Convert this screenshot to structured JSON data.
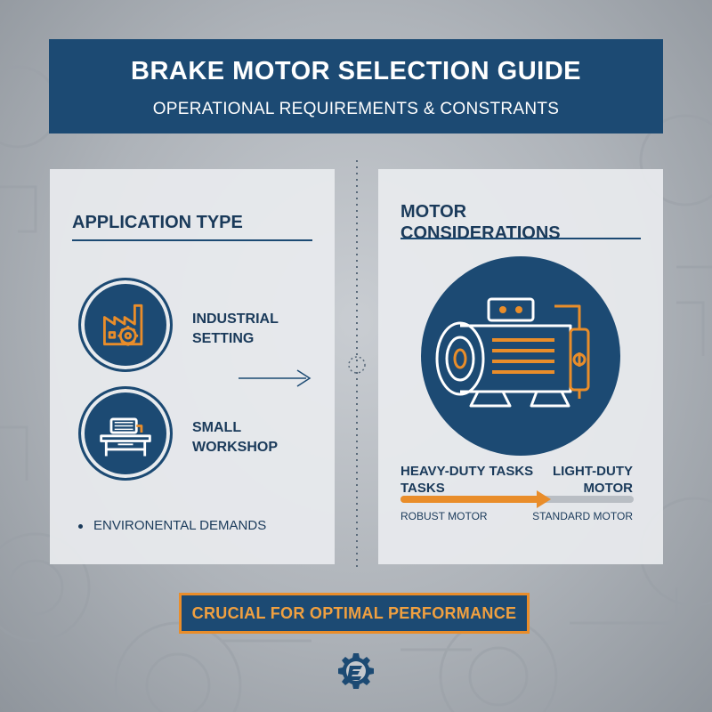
{
  "header": {
    "title": "BRAKE MOTOR SELECTION GUIDE",
    "subtitle": "OPERATIONAL REQUIREMENTS & CONSTRANTS"
  },
  "left_panel": {
    "title": "APPLICATION TYPE",
    "items": [
      {
        "label": "INDUSTRIAL\nSETTING",
        "icon": "factory-gear-icon"
      },
      {
        "label": "SMALL\nWORKSHOP",
        "icon": "workbench-machine-icon"
      }
    ],
    "bullet": "ENVIRONENTAL DEMANDS"
  },
  "right_panel": {
    "title": "MOTOR\nCONSIDERATIONS",
    "icon": "electric-motor-icon",
    "scale": {
      "left_label": "HEAVY-DUTY TASKS\nTASKS",
      "right_label": "LIGHT-DUTY\nMOTOR",
      "left_sub": "ROBUST MOTOR",
      "right_sub": "STANDARD MOTOR",
      "level": 0.6
    }
  },
  "callout": "CRUCIAL FOR OPTIMAL PERFORMANCE",
  "colors": {
    "navy": "#1c4a73",
    "orange": "#e98d2a",
    "panel": "#e8ebee"
  },
  "logo_icon": "gear-e-logo-icon"
}
